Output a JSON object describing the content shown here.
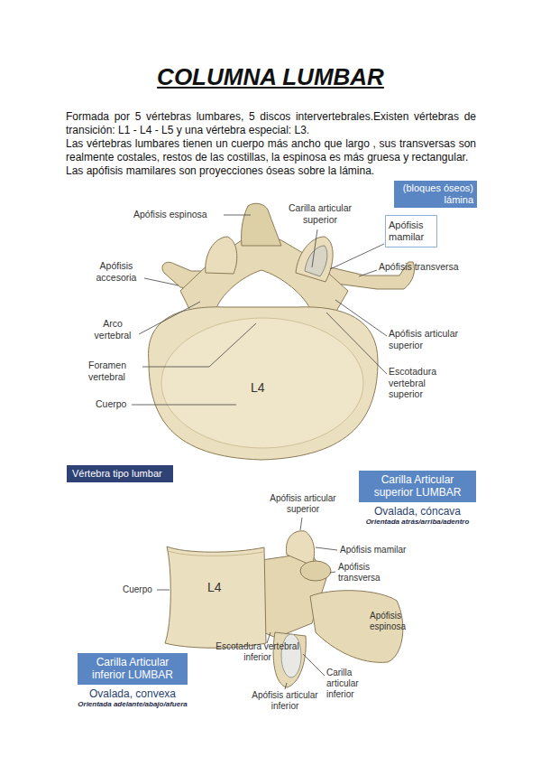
{
  "diagram": {
    "title": "COLUMNA LUMBAR",
    "nodes": [
      {
        "text": [
          "(bloques óseos) lámina"
        ]
      },
      {
        "text": [
          "Apófisis mamilar"
        ]
      },
      {
        "text": [
          "Vértebra tipo lumbar"
        ]
      },
      {
        "text": [
          "Carilla Articular superior LUMBAR",
          "Ovalada, cóncava",
          "Orientada atrás/arriba/adentro"
        ]
      },
      {
        "text": [
          "Carilla Articular inferior LUMBAR",
          "Ovalada, convexa",
          "Orientada adelante/abajo/afuera"
        ]
      }
    ],
    "labels": [
      "Formada por 5 vértebras lumbares, 5 discos intervertebrales.Existen vértebras de transición: L1 - L4 - L5 y una vértebra especial: L3.",
      "Las vértebras lumbares tienen un cuerpo más ancho que largo , sus transversas son realmente costales, restos de las costillas, la espinosa es más gruesa y rectangular.",
      "Las apófisis mamilares son proyecciones óseas sobre la lámina.",
      "Apófisis espinosa",
      "Carilla articular superior",
      "Apófisis accesoria",
      "Arco vertebral",
      "Foramen vertebral",
      "Cuerpo",
      "L4",
      "Apófisis transversa",
      "Apófisis articular superior",
      "Escotadura vertebral superior",
      "Apófisis articular superior",
      "Apófisis mamilar",
      "Apófisis transversa",
      "Cuerpo",
      "L4",
      "Apófisis espinosa",
      "Escotadura vertebral inferior",
      "Carilla articular inferior",
      "Apófisis articular inferior"
    ]
  }
}
